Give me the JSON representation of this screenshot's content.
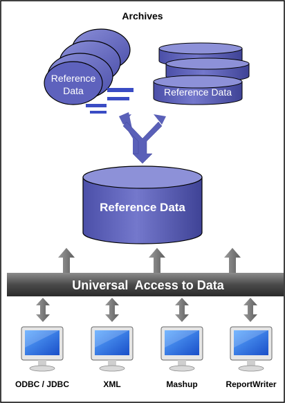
{
  "title": "Archives",
  "archive_disks_label": "Reference Data",
  "archive_disks_label_line1": "Reference",
  "archive_disks_label_line2": "Data",
  "archive_cylinders_label": "Reference Data",
  "central_db_label": "Reference Data",
  "access_bar_label": "Universal  Access to Data",
  "clients": [
    {
      "label": "ODBC / JDBC",
      "icon": "monitor-icon"
    },
    {
      "label": "XML",
      "icon": "monitor-icon"
    },
    {
      "label": "Mashup",
      "icon": "monitor-icon"
    },
    {
      "label": "ReportWriter",
      "icon": "monitor-icon"
    }
  ],
  "colors": {
    "db_fill": "#6b6fc4",
    "db_top": "#8d91d8",
    "db_dark": "#3e4297",
    "bar_fill": "#4a4a4a",
    "arrow_gray": "#7a7a7a",
    "merge_arrow": "#5a60b8",
    "border": "#000000"
  }
}
